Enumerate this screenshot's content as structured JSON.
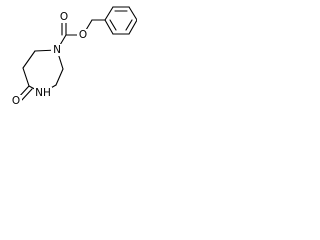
{
  "structure": {
    "atoms": {
      "ring_n1": "N",
      "carbamate_o_ether": "O",
      "carbamate_o_carbonyl": "O",
      "ketone_o": "O",
      "amide_nh": "NH"
    }
  }
}
